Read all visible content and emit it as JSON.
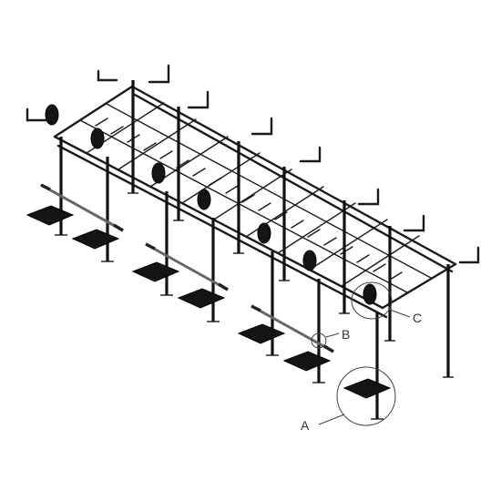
{
  "diagram": {
    "callouts": [
      {
        "id": "A",
        "label": "A"
      },
      {
        "id": "B",
        "label": "B"
      },
      {
        "id": "C",
        "label": "C"
      }
    ],
    "colors": {
      "frame": "#111111",
      "barbell": "#666666",
      "background": "#ffffff"
    }
  }
}
